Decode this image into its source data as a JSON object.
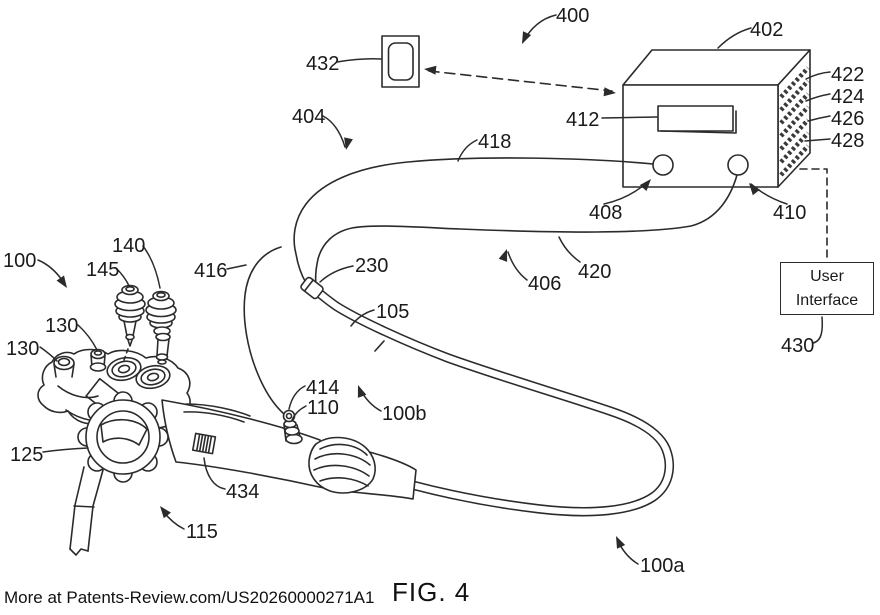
{
  "figure": {
    "caption": "FIG. 4",
    "watermark": "More at Patents-Review.com/US20260000271A1"
  },
  "user_interface": {
    "line1": "User",
    "line2": "Interface"
  },
  "reference_labels": {
    "l100": "100",
    "l100a": "100a",
    "l100b": "100b",
    "l105": "105",
    "l110": "110",
    "l115": "115",
    "l125": "125",
    "l130a": "130",
    "l130b": "130",
    "l140": "140",
    "l145": "145",
    "l230": "230",
    "l400": "400",
    "l402": "402",
    "l404": "404",
    "l406": "406",
    "l408": "408",
    "l410": "410",
    "l412": "412",
    "l414": "414",
    "l416": "416",
    "l418": "418",
    "l420": "420",
    "l422": "422",
    "l424": "424",
    "l426": "426",
    "l428": "428",
    "l430": "430",
    "l432": "432",
    "l434": "434"
  },
  "colors": {
    "line": "#2b2b2b",
    "text": "#1a1a1a",
    "background": "#ffffff"
  }
}
